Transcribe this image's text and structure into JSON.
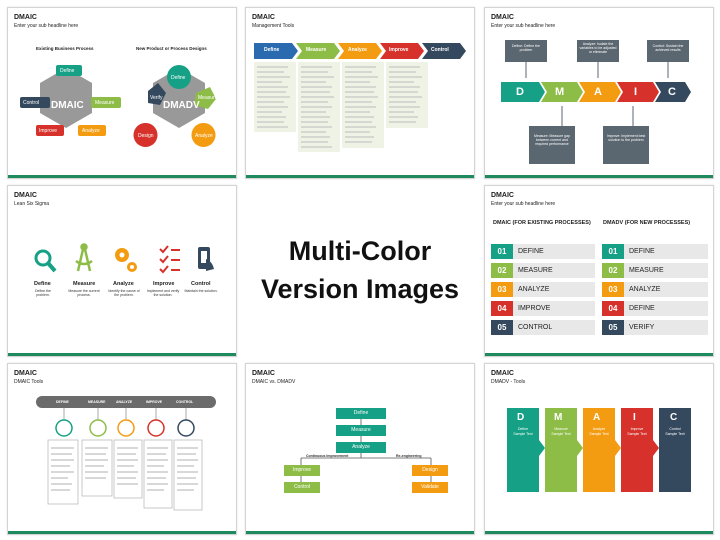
{
  "colors": {
    "define": "#16a085",
    "measure": "#8dbd47",
    "analyze": "#f39c12",
    "improve": "#d6322b",
    "control": "#34495e",
    "verify": "#34495e",
    "blue": "#2a6bb0",
    "green": "#1f8a5e"
  },
  "center": {
    "line1": "Multi-Color",
    "line2": "Version Images"
  },
  "s1": {
    "title": "DMAIC",
    "sub": "Enter your sub headline here",
    "left_head": "Existing Business Process",
    "right_head": "New Product or Process Designs",
    "hub1": "DMAIC",
    "hub2": "DMADV",
    "left": [
      "Define",
      "Measure",
      "Analyze",
      "Improve",
      "Control"
    ],
    "right": [
      "Define",
      "Measure",
      "Analyze",
      "Design",
      "Verify"
    ]
  },
  "s2": {
    "title": "DMAIC",
    "sub": "Management Tools",
    "steps": [
      "Define",
      "Measure",
      "Analyze",
      "Improve",
      "Control"
    ]
  },
  "s3": {
    "title": "DMAIC",
    "sub": "Enter your sub headline here",
    "letters": [
      "D",
      "M",
      "A",
      "I",
      "C"
    ],
    "boxes": [
      "Define: Define the problem",
      "Analyze: Isolate the variables to be adjusted or eliminate",
      "Control: Sustain the achieved results",
      "Measure: Measure gap between current and required performance",
      "Improve: Implement best solution to the problem"
    ]
  },
  "s4": {
    "title": "DMAIC",
    "sub": "Lean Six Sigma",
    "items": [
      {
        "label": "Define",
        "desc": "Define the problem."
      },
      {
        "label": "Measure",
        "desc": "Measure the current process."
      },
      {
        "label": "Analyze",
        "desc": "Identify the cause of the problem."
      },
      {
        "label": "Improve",
        "desc": "Implement and verify the solution."
      },
      {
        "label": "Control",
        "desc": "Maintain the solution."
      }
    ]
  },
  "s5": {
    "title": "DMAIC",
    "sub": "Enter your sub headline here",
    "left_head": "DMAIC (FOR EXISTING PROCESSES)",
    "right_head": "DMADV (FOR NEW PROCESSES)",
    "left": [
      {
        "n": "01",
        "t": "DEFINE"
      },
      {
        "n": "02",
        "t": "MEASURE"
      },
      {
        "n": "03",
        "t": "ANALYZE"
      },
      {
        "n": "04",
        "t": "IMPROVE"
      },
      {
        "n": "05",
        "t": "CONTROL"
      }
    ],
    "right": [
      {
        "n": "01",
        "t": "DEFINE"
      },
      {
        "n": "02",
        "t": "MEASURE"
      },
      {
        "n": "03",
        "t": "ANALYZE"
      },
      {
        "n": "04",
        "t": "DEFINE"
      },
      {
        "n": "05",
        "t": "VERIFY"
      }
    ]
  },
  "s6": {
    "title": "DMAIC",
    "sub": "DMAIC Tools",
    "links": [
      "DEFINE",
      "MEASURE",
      "ANALYZE",
      "IMPROVE",
      "CONTROL"
    ]
  },
  "s7": {
    "title": "DMAIC",
    "sub": "DMAIC vs. DMADV",
    "stack": [
      "Define",
      "Measure",
      "Analyze"
    ],
    "left_branch": "Continuous Improvement",
    "right_branch": "Re-engineering",
    "left": [
      "Improve",
      "Control"
    ],
    "right": [
      "Design",
      "Validate"
    ]
  },
  "s8": {
    "title": "DMAIC",
    "sub": "DMADV - Tools",
    "letters": [
      "D",
      "M",
      "A",
      "I",
      "C"
    ],
    "names": [
      "Define",
      "Measure",
      "Analyze",
      "Improve",
      "Control"
    ],
    "sample": "Sample Text"
  }
}
